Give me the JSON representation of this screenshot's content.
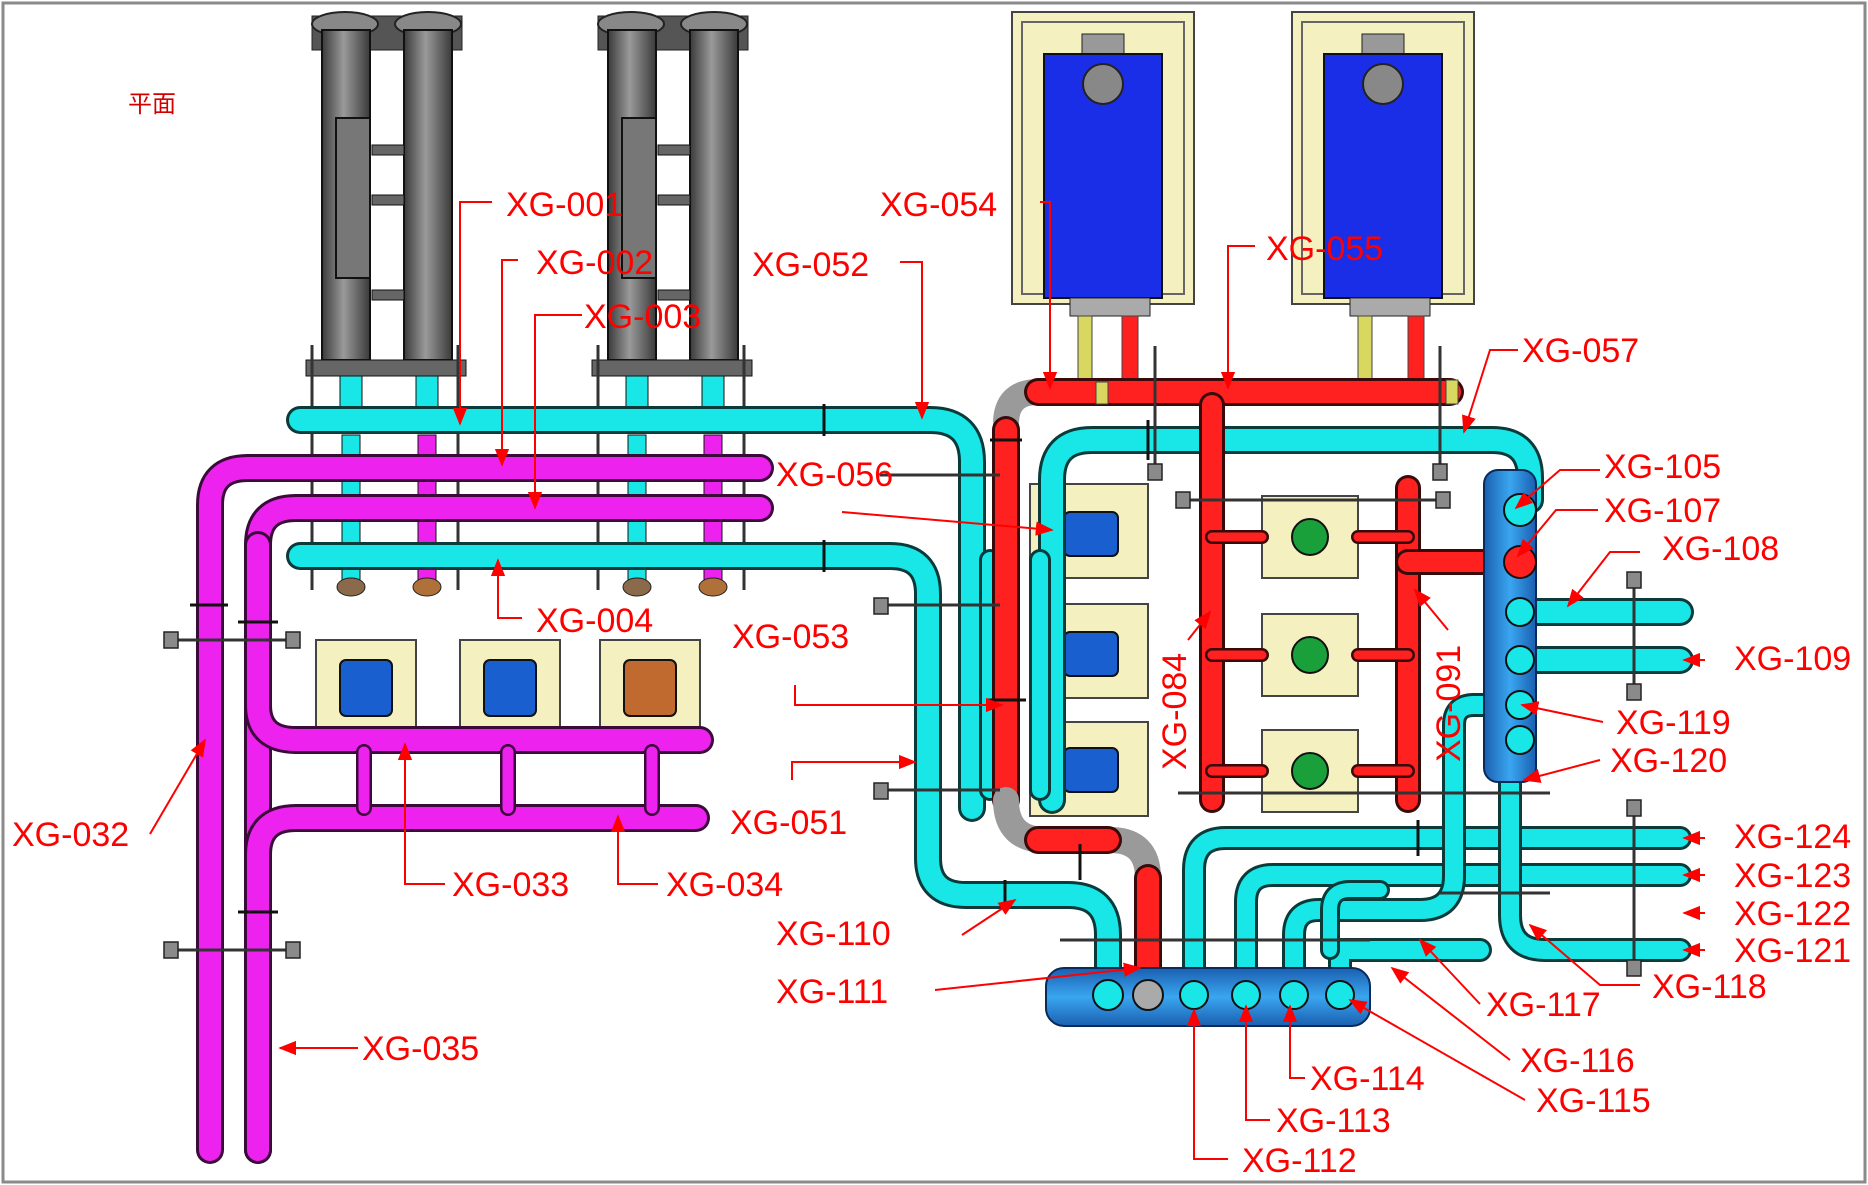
{
  "view_title": "平面",
  "colors": {
    "chilled_water": "#19e6e6",
    "cooling_water": "#ee22ee",
    "hot_water": "#ff2020",
    "boiler_body": "#1a2ee8",
    "header_tank": "#2a8fe0",
    "chiller_body": "#6e6e6e",
    "leader": "#ff0000"
  },
  "equipment": {
    "chillers": [
      "chiller-1",
      "chiller-2"
    ],
    "boilers": [
      "boiler-1",
      "boiler-2"
    ],
    "cooling_pumps": [
      "pump-1",
      "pump-2",
      "pump-3"
    ],
    "chilled_pumps": [
      "pump-4",
      "pump-5",
      "pump-6"
    ],
    "hot_water_pumps": [
      "pump-7",
      "pump-8",
      "pump-9"
    ],
    "headers": [
      "supply-header",
      "return-header"
    ]
  },
  "labels": {
    "xg001": "XG-001",
    "xg002": "XG-002",
    "xg003": "XG-003",
    "xg004": "XG-004",
    "xg032": "XG-032",
    "xg033": "XG-033",
    "xg034": "XG-034",
    "xg035": "XG-035",
    "xg051": "XG-051",
    "xg052": "XG-052",
    "xg053": "XG-053",
    "xg054": "XG-054",
    "xg055": "XG-055",
    "xg056": "XG-056",
    "xg057": "XG-057",
    "xg084": "XG-084",
    "xg091": "XG-091",
    "xg105": "XG-105",
    "xg107": "XG-107",
    "xg108": "XG-108",
    "xg109": "XG-109",
    "xg110": "XG-110",
    "xg111": "XG-111",
    "xg112": "XG-112",
    "xg113": "XG-113",
    "xg114": "XG-114",
    "xg115": "XG-115",
    "xg116": "XG-116",
    "xg117": "XG-117",
    "xg118": "XG-118",
    "xg119": "XG-119",
    "xg120": "XG-120",
    "xg121": "XG-121",
    "xg122": "XG-122",
    "xg123": "XG-123",
    "xg124": "XG-124"
  }
}
